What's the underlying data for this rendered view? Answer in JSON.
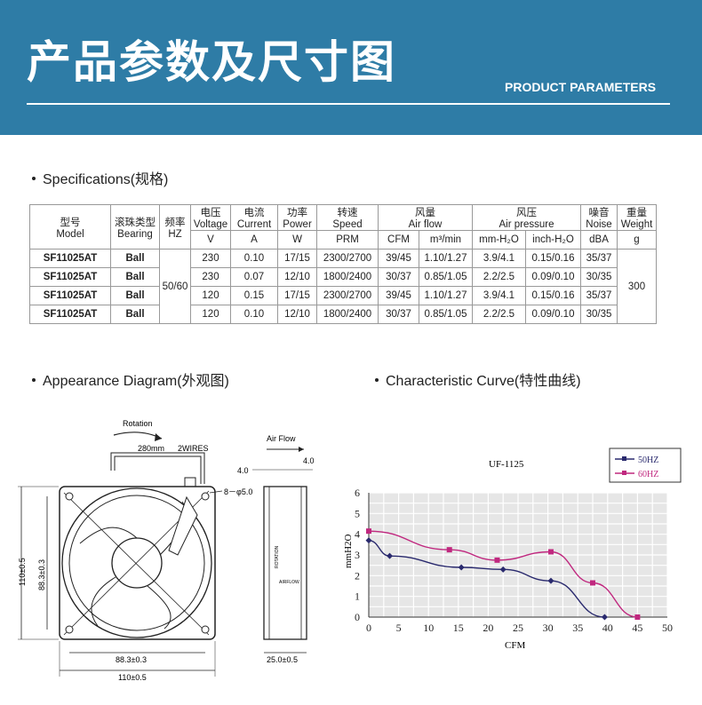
{
  "banner": {
    "title": "产品参数及尺寸图",
    "subtitle": "PRODUCT PARAMETERS"
  },
  "sections": {
    "specs": "Specifications(规格)",
    "appearance": "Appearance Diagram(外观图)",
    "curve": "Characteristic Curve(特性曲线)"
  },
  "table": {
    "h_model_cn": "型号",
    "h_model": "Model",
    "h_bearing_cn": "滚珠类型",
    "h_bearing": "Bearing",
    "h_freq_cn": "频率",
    "h_freq": "HZ",
    "h_voltage_cn": "电压",
    "h_voltage": "Voltage",
    "u_voltage": "V",
    "h_current_cn": "电流",
    "h_current": "Current",
    "u_current": "A",
    "h_power_cn": "功率",
    "h_power": "Power",
    "u_power": "W",
    "h_speed_cn": "转速",
    "h_speed": "Speed",
    "u_speed": "PRM",
    "h_airflow_cn": "风量",
    "h_airflow": "Air flow",
    "u_cfm": "CFM",
    "u_m3": "m³/min",
    "h_pressure_cn": "风压",
    "h_pressure": "Air pressure",
    "u_mmh2o": "mm-H₂O",
    "u_inchh2o": "inch-H₂O",
    "h_noise_cn": "噪音",
    "h_noise": "Noise",
    "u_noise": "dBA",
    "h_weight_cn": "重量",
    "h_weight": "Weight",
    "u_weight": "g",
    "freq_value": "50/60",
    "weight_value": "300",
    "rows": [
      {
        "model": "SF11025AT",
        "bearing": "Ball",
        "voltage": "230",
        "current": "0.10",
        "power": "17/15",
        "speed": "2300/2700",
        "cfm": "39/45",
        "m3": "1.10/1.27",
        "mm": "3.9/4.1",
        "inch": "0.15/0.16",
        "noise": "35/37"
      },
      {
        "model": "SF11025AT",
        "bearing": "Ball",
        "voltage": "230",
        "current": "0.07",
        "power": "12/10",
        "speed": "1800/2400",
        "cfm": "30/37",
        "m3": "0.85/1.05",
        "mm": "2.2/2.5",
        "inch": "0.09/0.10",
        "noise": "30/35"
      },
      {
        "model": "SF11025AT",
        "bearing": "Ball",
        "voltage": "120",
        "current": "0.15",
        "power": "17/15",
        "speed": "2300/2700",
        "cfm": "39/45",
        "m3": "1.10/1.27",
        "mm": "3.9/4.1",
        "inch": "0.15/0.16",
        "noise": "35/37"
      },
      {
        "model": "SF11025AT",
        "bearing": "Ball",
        "voltage": "120",
        "current": "0.10",
        "power": "12/10",
        "speed": "1800/2400",
        "cfm": "30/37",
        "m3": "0.85/1.05",
        "mm": "2.2/2.5",
        "inch": "0.09/0.10",
        "noise": "30/35"
      }
    ]
  },
  "diagram": {
    "rotation": "Rotation",
    "cable": "280mm",
    "wires": "2WIRES",
    "airflow": "Air Flow",
    "holes": "8－φ5.0",
    "depth_top_left": "4.0",
    "depth_top_right": "4.0",
    "height_outer": "110±0.5",
    "height_inner": "88.3±0.3",
    "width_inner": "88.3±0.3",
    "width_outer": "110±0.5",
    "thickness": "25.0±0.5",
    "side_rotation": "ROTATION",
    "side_airflow": "AIRFLOW"
  },
  "chart_data": {
    "type": "line",
    "title": "UF-1125",
    "xlabel": "CFM",
    "ylabel": "mmH2O",
    "xlim": [
      0,
      50
    ],
    "ylim": [
      0,
      6
    ],
    "xticks": [
      "0",
      "5",
      "10",
      "15",
      "20",
      "25",
      "30",
      "35",
      "40",
      "45",
      "50"
    ],
    "yticks": [
      "0",
      "1",
      "2",
      "3",
      "4",
      "5",
      "6"
    ],
    "grid": true,
    "legend_position": "top-right",
    "series": [
      {
        "name": "50HZ",
        "color": "#2a2a6e",
        "x": [
          0,
          3.5,
          15.5,
          22.5,
          30.5,
          39.5
        ],
        "y": [
          3.7,
          2.95,
          2.4,
          2.3,
          1.75,
          0
        ]
      },
      {
        "name": "60HZ",
        "color": "#c0287f",
        "x": [
          0,
          13.5,
          21.5,
          30.5,
          37.5,
          45
        ],
        "y": [
          4.15,
          3.25,
          2.75,
          3.15,
          1.65,
          0
        ]
      }
    ]
  }
}
